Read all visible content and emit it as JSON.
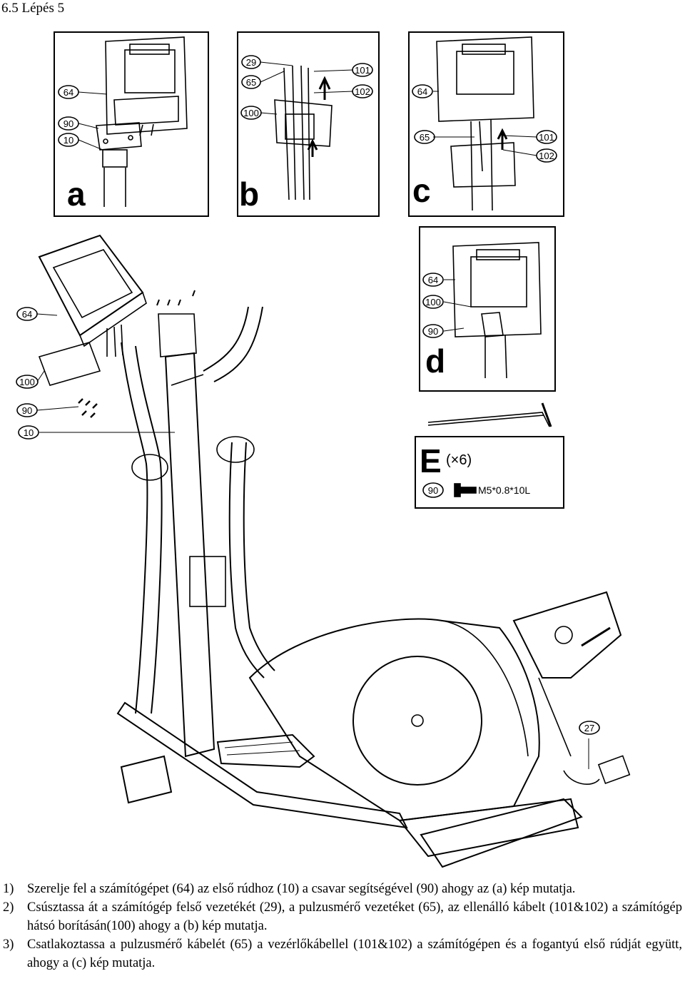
{
  "header": {
    "title": "6.5 Lépés 5"
  },
  "figure": {
    "panels": [
      {
        "letter": "a",
        "callouts": [
          "64",
          "90",
          "10"
        ]
      },
      {
        "letter": "b",
        "callouts": [
          "29",
          "65",
          "100",
          "101",
          "102"
        ]
      },
      {
        "letter": "c",
        "callouts": [
          "64",
          "65",
          "101",
          "102"
        ]
      },
      {
        "letter": "d",
        "callouts": [
          "64",
          "100",
          "90"
        ]
      }
    ],
    "main_callouts": [
      "64",
      "100",
      "90",
      "10",
      "27"
    ],
    "hardware": {
      "letter": "E",
      "qty": "(×6)",
      "part_no": "90",
      "spec": "M5*0.8*10L"
    }
  },
  "steps": [
    {
      "num": "1)",
      "text": "Szerelje fel a számítógépet (64) az első rúdhoz (10) a csavar segítségével (90) ahogy az (a) kép mutatja."
    },
    {
      "num": "2)",
      "text": "Csúsztassa át a számítógép felső vezetékét (29), a pulzusmérő vezetéket (65), az ellenálló kábelt (101&102) a számítógép hátsó borításán(100) ahogy a (b) kép mutatja."
    },
    {
      "num": "3)",
      "text": "Csatlakoztassa a pulzusmérő kábelét (65) a vezérlőkábellel (101&102) a számítógépen és a fogantyú első rúdját együtt, ahogy a (c) kép mutatja."
    }
  ]
}
